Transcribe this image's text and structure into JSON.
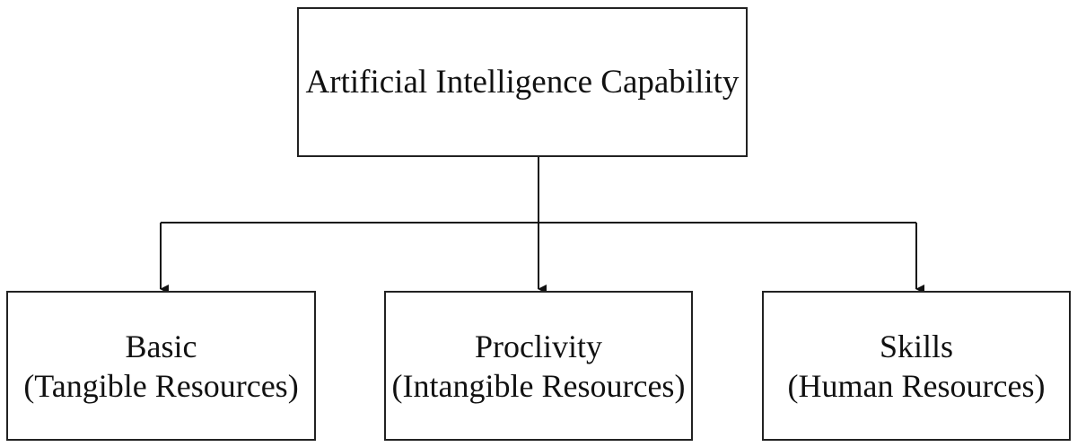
{
  "diagram": {
    "root": {
      "label": "Artificial Intelligence Capability"
    },
    "children": [
      {
        "title": "Basic",
        "subtitle": "(Tangible Resources)"
      },
      {
        "title": "Proclivity",
        "subtitle": "(Intangible Resources)"
      },
      {
        "title": "Skills",
        "subtitle": "(Human Resources)"
      }
    ],
    "colors": {
      "stroke": "#222222",
      "background": "#ffffff",
      "text": "#111111"
    }
  }
}
